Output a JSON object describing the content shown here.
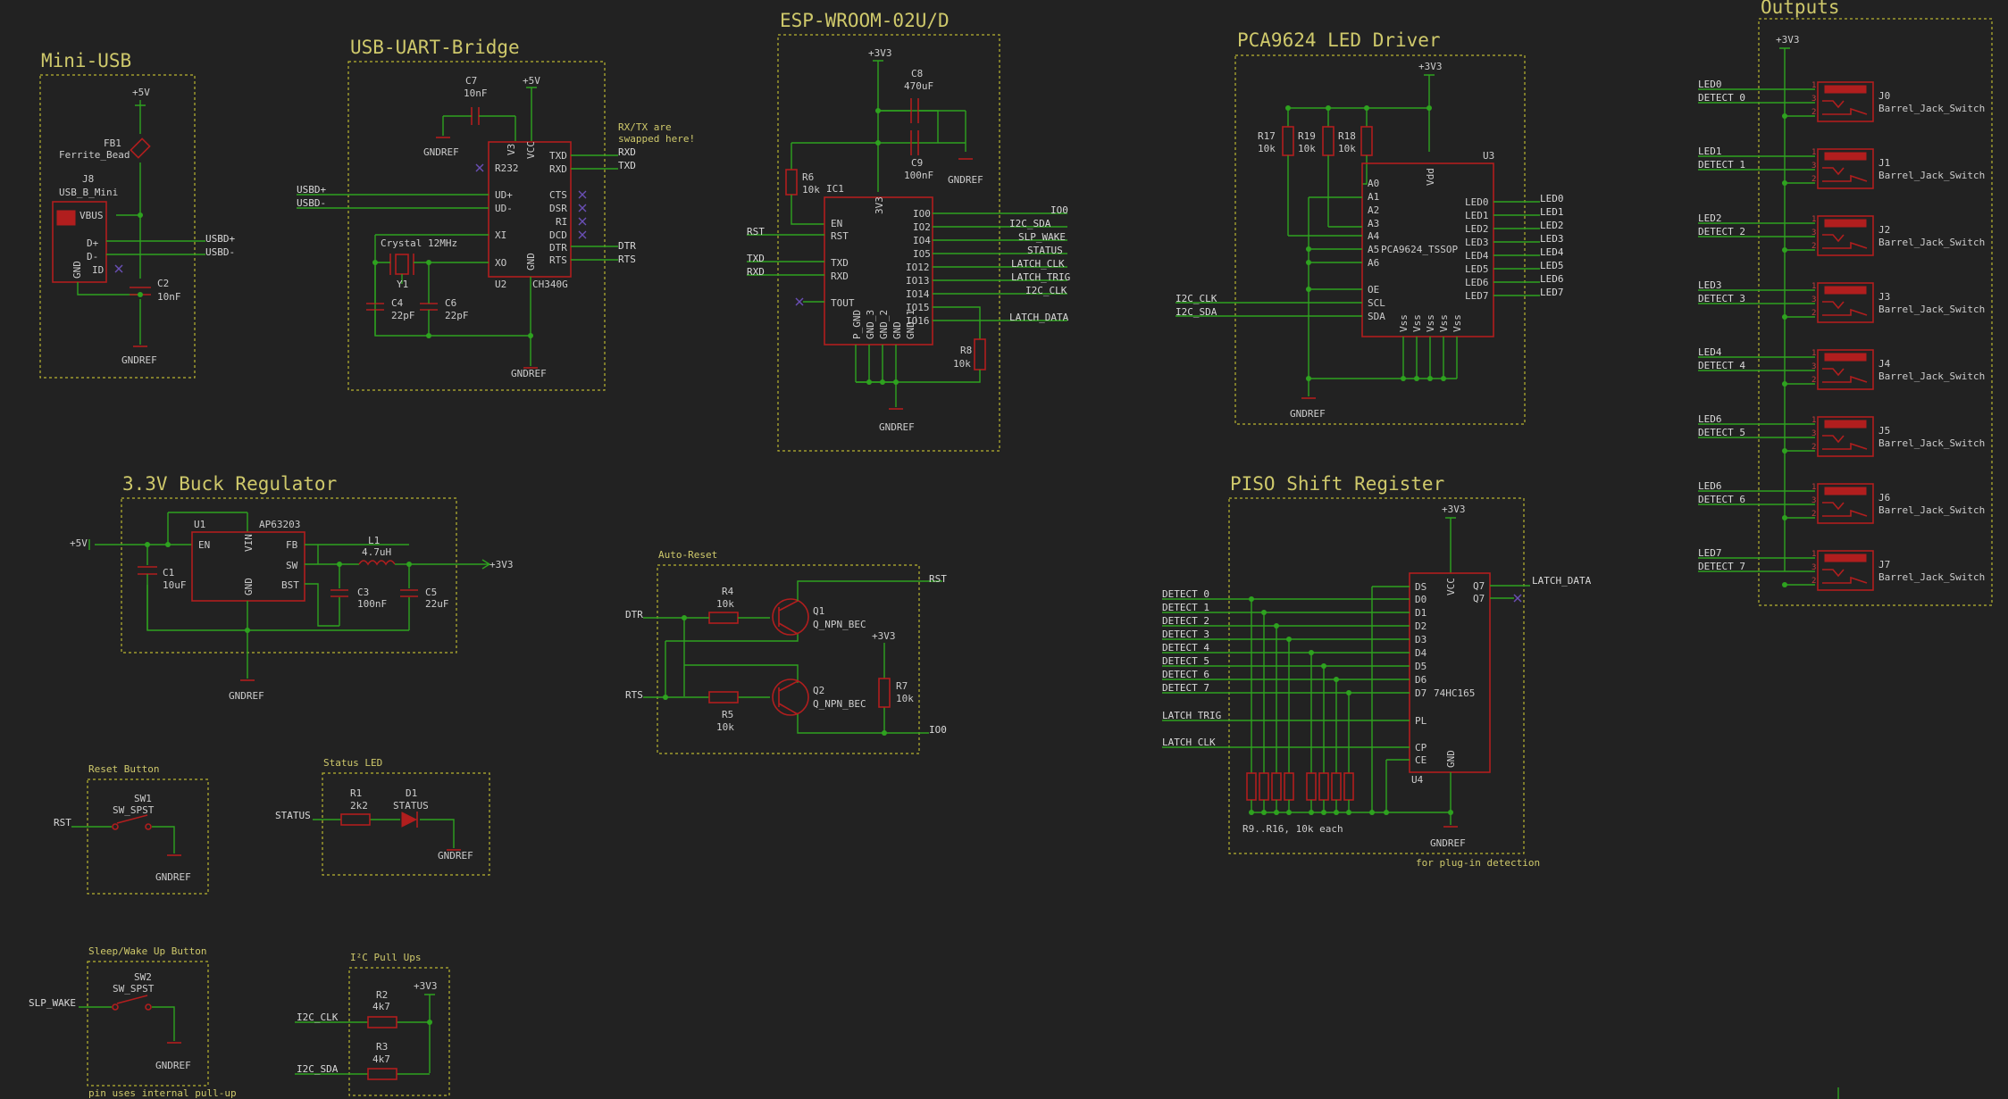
{
  "sections": {
    "mini_usb": "Mini-USB",
    "usb_uart": "USB-UART-Bridge",
    "esp": "ESP-WROOM-02U/D",
    "pca": "PCA9624 LED Driver",
    "outputs": "Outputs",
    "buck": "3.3V Buck Regulator",
    "auto_reset": "Auto-Reset",
    "piso": "PISO Shift Register",
    "reset_btn": "Reset Button",
    "status_led": "Status LED",
    "sleep_btn": "Sleep/Wake Up Button",
    "i2c_pullups": "I²C Pull Ups"
  },
  "notes": {
    "rxtx": "RX/TX are\nswapped here!",
    "r9r16": "R9..R16, 10k each",
    "plugin": "for plug-in detection",
    "pullup": "pin uses internal pull-up"
  },
  "power": {
    "p5v": "+5V",
    "p3v3": "+3V3",
    "gndref": "GNDREF"
  },
  "usb": {
    "fb1_ref": "FB1",
    "fb1_val": "Ferrite_Bead",
    "j8_ref": "J8",
    "j8_val": "USB_B_Mini",
    "pins": [
      "VBUS",
      "D+",
      "D-",
      "ID",
      "GND"
    ],
    "c2_ref": "C2",
    "c2_val": "10nF",
    "net_usbdp": "USBD+",
    "net_usbdm": "USBD-"
  },
  "bridge": {
    "c7_ref": "C7",
    "c7_val": "10nF",
    "u2_ref": "U2",
    "u2_val": "CH340G",
    "y1_ref": "Y1",
    "y1_val": "Crystal 12MHz",
    "c4_ref": "C4",
    "c4_val": "22pF",
    "c6_ref": "C6",
    "c6_val": "22pF",
    "pins_left": [
      "R232",
      "UD+",
      "UD-",
      "XI",
      "XO"
    ],
    "pins_right": [
      "TXD",
      "RXD",
      "CTS",
      "DSR",
      "RI",
      "DCD",
      "DTR",
      "RTS"
    ],
    "pin_top": "V3",
    "pin_top2": "VCC",
    "pin_bottom": "GND",
    "net_rxd": "RXD",
    "net_txd": "TXD",
    "net_dtr": "DTR",
    "net_rts": "RTS"
  },
  "esp": {
    "ic1_ref": "IC1",
    "c8_ref": "C8",
    "c8_val": "470uF",
    "c9_ref": "C9",
    "c9_val": "100nF",
    "r6_ref": "R6",
    "r6_val": "10k",
    "r8_ref": "R8",
    "r8_val": "10k",
    "pins_left": [
      "EN",
      "RST",
      "TXD",
      "RXD",
      "TOUT"
    ],
    "pins_right": [
      "IO0",
      "IO2",
      "IO4",
      "IO5",
      "IO12",
      "IO13",
      "IO14",
      "IO15",
      "IO16"
    ],
    "pins_bottom": [
      "P_GND",
      "GND_3",
      "GND_2",
      "GND",
      "GND_1"
    ],
    "pin_top": "3V3",
    "nets_right": [
      "IO0",
      "I2C_SDA",
      "SLP_WAKE",
      "STATUS",
      "LATCH_CLK",
      "LATCH_TRIG",
      "I2C_CLK",
      "",
      "LATCH_DATA"
    ],
    "net_rst": "RST",
    "net_txd": "TXD",
    "net_rxd": "RXD"
  },
  "pca": {
    "u3_ref": "U3",
    "u3_val": "PCA9624_TSSOP",
    "r17_ref": "R17",
    "r19_ref": "R19",
    "r18_ref": "R18",
    "r_val": "10k",
    "pins_left": [
      "A0",
      "A1",
      "A2",
      "A3",
      "A4",
      "A5",
      "A6",
      "OE",
      "SCL",
      "SDA"
    ],
    "pins_right": [
      "LED0",
      "LED1",
      "LED2",
      "LED3",
      "LED4",
      "LED5",
      "LED6",
      "LED7"
    ],
    "pins_bottom": [
      "Vss",
      "Vss",
      "Vss",
      "Vss",
      "Vss"
    ],
    "pin_top": "Vdd",
    "net_scl": "I2C_CLK",
    "net_sda": "I2C_SDA",
    "nets_right": [
      "LED0",
      "LED1",
      "LED2",
      "LED3",
      "LED4",
      "LED5",
      "LED6",
      "LED7"
    ]
  },
  "outputs": {
    "jacks": [
      {
        "ref": "J0",
        "led": "LED0",
        "det": "DETECT_0"
      },
      {
        "ref": "J1",
        "led": "LED1",
        "det": "DETECT_1"
      },
      {
        "ref": "J2",
        "led": "LED2",
        "det": "DETECT_2"
      },
      {
        "ref": "J3",
        "led": "LED3",
        "det": "DETECT_3"
      },
      {
        "ref": "J4",
        "led": "LED4",
        "det": "DETECT_4"
      },
      {
        "ref": "J5",
        "led": "LED6",
        "det": "DETECT_5"
      },
      {
        "ref": "J6",
        "led": "LED6",
        "det": "DETECT_6"
      },
      {
        "ref": "J7",
        "led": "LED7",
        "det": "DETECT_7"
      }
    ],
    "jack_val": "Barrel_Jack_Switch"
  },
  "buck": {
    "u1_ref": "U1",
    "u1_val": "AP63203",
    "c1_ref": "C1",
    "c1_val": "10uF",
    "c3_ref": "C3",
    "c3_val": "100nF",
    "c5_ref": "C5",
    "c5_val": "22uF",
    "l1_ref": "L1",
    "l1_val": "4.7uH",
    "pins": [
      "EN",
      "VIN",
      "FB",
      "SW",
      "BST",
      "GND"
    ]
  },
  "autoreset": {
    "r4_ref": "R4",
    "r4_val": "10k",
    "r5_ref": "R5",
    "r5_val": "10k",
    "r7_ref": "R7",
    "r7_val": "10k",
    "q1_ref": "Q1",
    "q1_val": "Q_NPN_BEC",
    "q2_ref": "Q2",
    "q2_val": "Q_NPN_BEC",
    "net_dtr": "DTR",
    "net_rts": "RTS",
    "net_rst": "RST",
    "net_io0": "IO0"
  },
  "piso": {
    "u4_ref": "U4",
    "u4_val": "74HC165",
    "pins_left": [
      "DS",
      "D0",
      "D1",
      "D2",
      "D3",
      "D4",
      "D5",
      "D6",
      "D7",
      "PL",
      "CP",
      "CE"
    ],
    "pins_right": [
      "Q7",
      "Q7"
    ],
    "pin_top": "VCC",
    "pin_bottom": "GND",
    "nets_left": [
      "DETECT_0",
      "DETECT_1",
      "DETECT_2",
      "DETECT_3",
      "DETECT_4",
      "DETECT_5",
      "DETECT_6",
      "DETECT_7"
    ],
    "net_trig": "LATCH_TRIG",
    "net_clk": "LATCH_CLK",
    "net_data": "LATCH_DATA"
  },
  "reset_btn": {
    "ref": "SW1",
    "val": "SW_SPST",
    "net": "RST"
  },
  "sleep_btn": {
    "ref": "SW2",
    "val": "SW_SPST",
    "net": "SLP_WAKE"
  },
  "status_led": {
    "r_ref": "R1",
    "r_val": "2k2",
    "d_ref": "D1",
    "d_val": "STATUS",
    "net": "STATUS"
  },
  "pullups": {
    "r2_ref": "R2",
    "r2_val": "4k7",
    "r3_ref": "R3",
    "r3_val": "4k7",
    "net_clk": "I2C_CLK",
    "net_sda": "I2C_SDA"
  }
}
